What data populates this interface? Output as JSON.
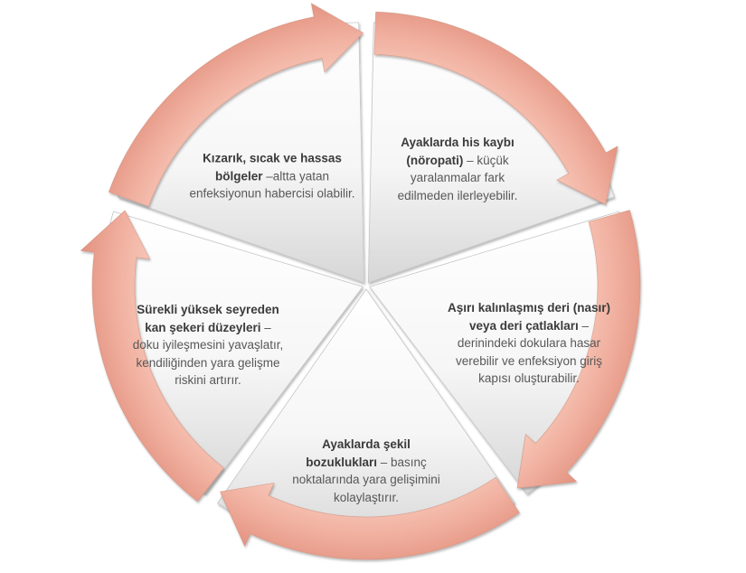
{
  "diagram": {
    "type": "cycle",
    "direction": "clockwise",
    "segment_count": 5,
    "colors": {
      "background": "#ffffff",
      "arrow_inner": "#f8cabb",
      "arrow_mid": "#f1b1a1",
      "arrow_outer": "#e28f7c",
      "arrow_stroke": "#c98875",
      "wedge_top": "#ffffff",
      "wedge_mid": "#f6f6f6",
      "wedge_bottom": "#d6d6d6",
      "wedge_stroke": "#c6c6c6",
      "text_bold": "#3b3b3b",
      "text_regular": "#585858"
    },
    "segments": [
      {
        "position": "top-right",
        "bold": "Ayaklarda his kaybı (nöropati)",
        "rest": " – küçük yaralanmalar fark edilmeden ilerleyebilir."
      },
      {
        "position": "right",
        "bold": "Aşırı kalınlaşmış deri (nasır) veya deri çatlakları",
        "rest": " – derinindeki dokulara hasar verebilir ve enfeksiyon giriş kapısı oluşturabilir."
      },
      {
        "position": "bottom",
        "bold": "Ayaklarda şekil bozuklukları",
        "rest": " – basınç noktalarında yara gelişimini kolaylaştırır."
      },
      {
        "position": "left",
        "bold": "Sürekli yüksek seyreden kan şekeri düzeyleri",
        "rest": " – doku iyileşmesini yavaşlatır, kendiliğinden yara gelişme riskini artırır."
      },
      {
        "position": "top-left",
        "bold": "Kızarık, sıcak ve hassas bölgeler",
        "rest": " –altta yatan enfeksiyonun habercisi olabilir."
      }
    ]
  }
}
